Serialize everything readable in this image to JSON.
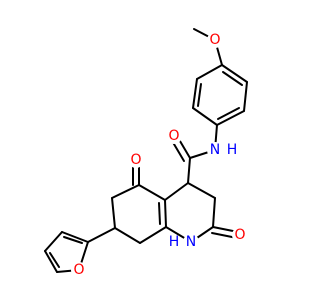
{
  "molecule": {
    "colors": {
      "bond": "#000000",
      "oxygen": "#ff0000",
      "nitrogen": "#0000ff",
      "background": "#ffffff"
    },
    "labels": {
      "methoxy_oxygen": "O",
      "amide_nitrogen": "N",
      "amide_hydrogen": "H",
      "amide_oxygen": "O",
      "ketone_oxygen": "O",
      "lactam_oxygen": "O",
      "ring_hydrogen": "H",
      "ring_nitrogen": "N",
      "furan_oxygen": "O"
    }
  }
}
